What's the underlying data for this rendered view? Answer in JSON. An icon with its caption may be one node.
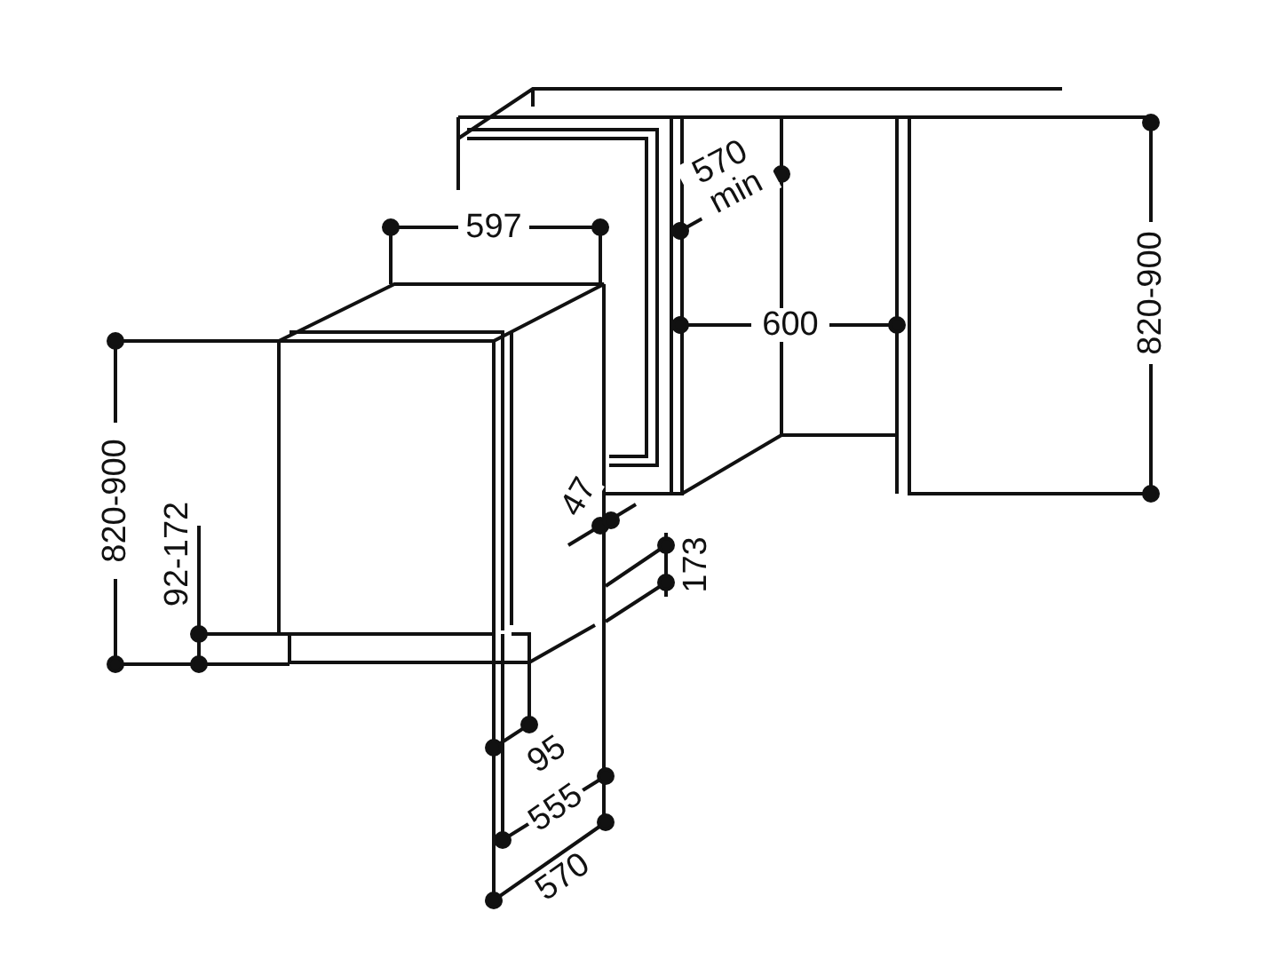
{
  "diagram": {
    "labels": [
      "570 min",
      "597",
      "820-900",
      "600",
      "820-900",
      "47",
      "92-172",
      "173",
      "95",
      "555",
      "570"
    ]
  }
}
